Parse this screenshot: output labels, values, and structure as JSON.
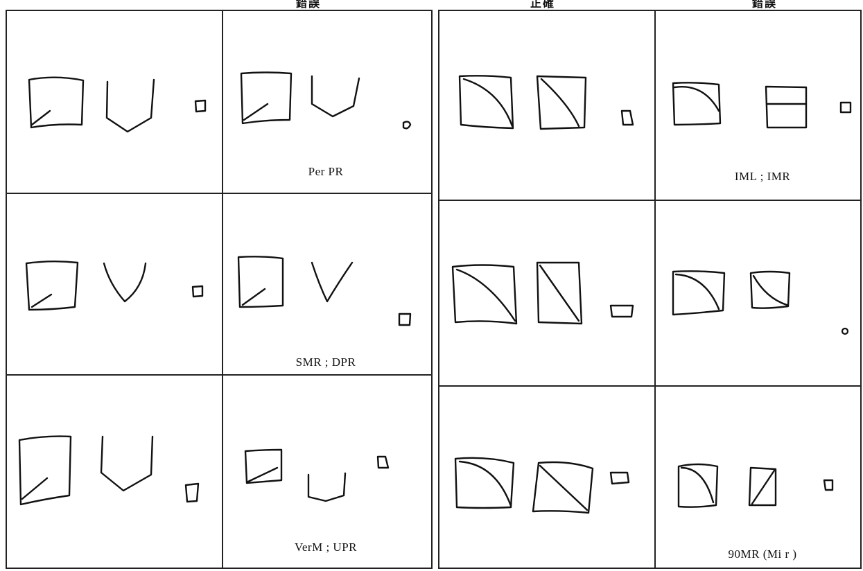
{
  "headers": {
    "left_error": "錯誤",
    "right_correct": "正確",
    "right_error": "錯誤"
  },
  "captions": {
    "r1": "Per PR",
    "r2": "SMR ; DPR",
    "r3": "VerM ; UPR",
    "r4": "IML ; IMR",
    "r5": "90MR (Mi r )"
  }
}
